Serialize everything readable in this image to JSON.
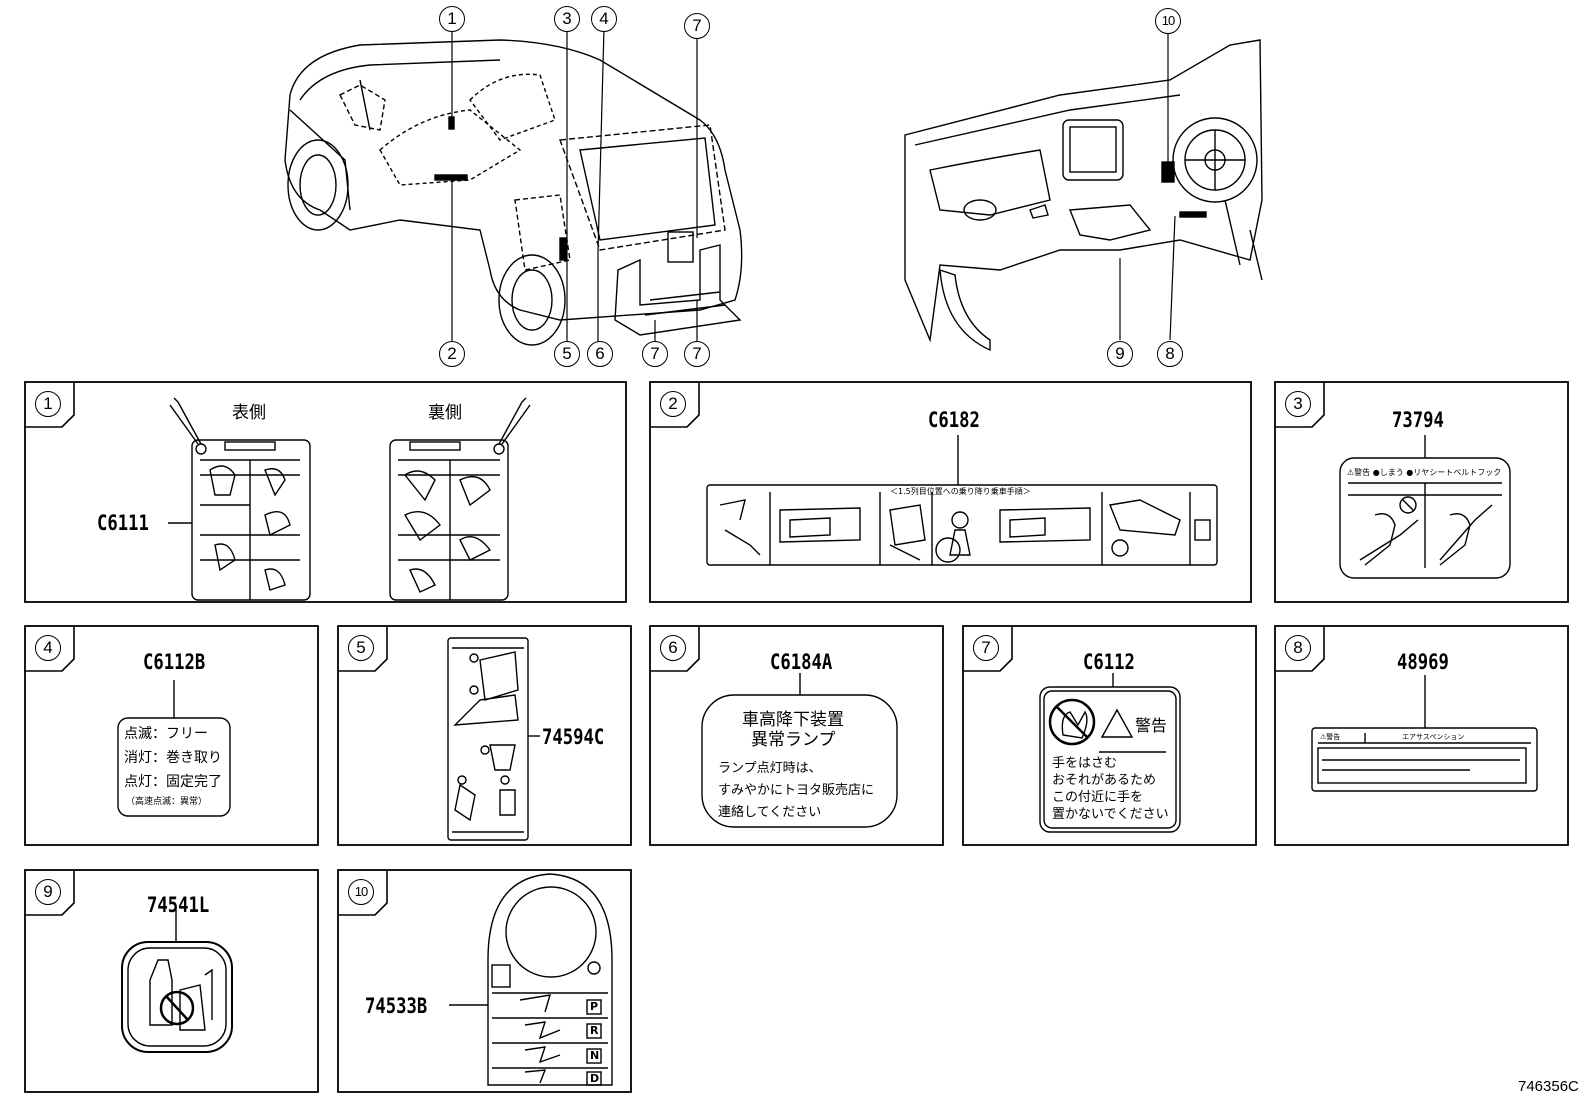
{
  "figure_number": "746356C",
  "callouts": {
    "top_left": [
      "1",
      "3",
      "4",
      "7",
      "2",
      "5",
      "6",
      "7",
      "7"
    ],
    "top_right": [
      "10",
      "9",
      "8"
    ]
  },
  "panels": [
    {
      "no": "1",
      "part": "C6111",
      "front_label": "表側",
      "back_label": "裏側"
    },
    {
      "no": "2",
      "part": "C6182",
      "caption": "＜1.5列目位置への乗り降り乗車手順＞"
    },
    {
      "no": "3",
      "part": "73794",
      "header": "⚠警告 ●しまう ●リヤシートベルトフック"
    },
    {
      "no": "4",
      "part": "C6112B",
      "lines": [
        "点滅：フリー",
        "消灯：巻き取り",
        "点灯：固定完了",
        "（高速点滅：異常）"
      ]
    },
    {
      "no": "5",
      "part": "74594C"
    },
    {
      "no": "6",
      "part": "C6184A",
      "title_lines": [
        "車高降下装置",
        "異常ランプ"
      ],
      "body_lines": [
        "ランプ点灯時は、",
        "すみやかにトヨタ販売店に",
        "連絡してください"
      ]
    },
    {
      "no": "7",
      "part": "C6112",
      "warning": "警告",
      "body_lines": [
        "手をはさむ",
        "おそれがあるため",
        "この付近に手を",
        "置かないでください"
      ]
    },
    {
      "no": "8",
      "part": "48969",
      "header_left": "⚠警告",
      "header_right": "エアサスペンション"
    },
    {
      "no": "9",
      "part": "74541L"
    },
    {
      "no": "10",
      "part": "74533B",
      "gears": [
        "P",
        "R",
        "N",
        "D"
      ]
    }
  ]
}
